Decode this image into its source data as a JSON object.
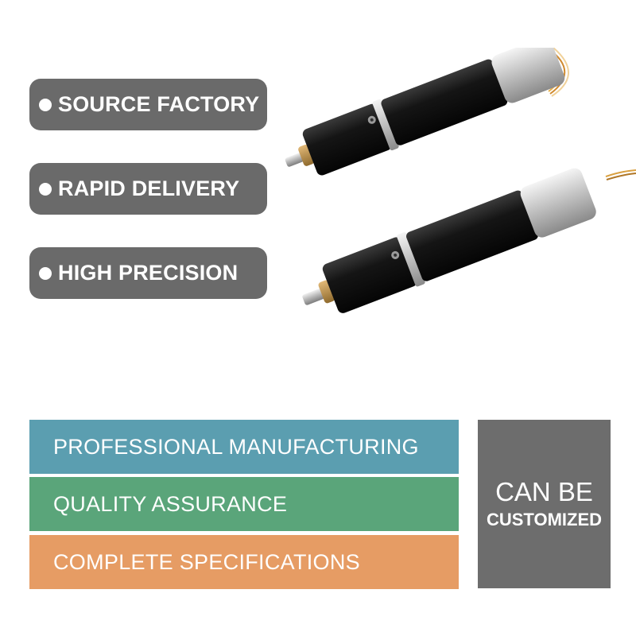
{
  "features": [
    {
      "label": "SOURCE FACTORY"
    },
    {
      "label": "RAPID DELIVERY"
    },
    {
      "label": "HIGH PRECISION"
    }
  ],
  "bands": [
    {
      "label": "PROFESSIONAL MANUFACTURING",
      "color": "#5b9eb0"
    },
    {
      "label": "QUALITY ASSURANCE",
      "color": "#5aa57a"
    },
    {
      "label": "COMPLETE SPECIFICATIONS",
      "color": "#e69c64"
    }
  ],
  "customize": {
    "line1": "CAN BE",
    "line2": "CUSTOMIZED",
    "color": "#6d6d6d"
  },
  "product_image": "two-planetary-gear-motors-icon"
}
